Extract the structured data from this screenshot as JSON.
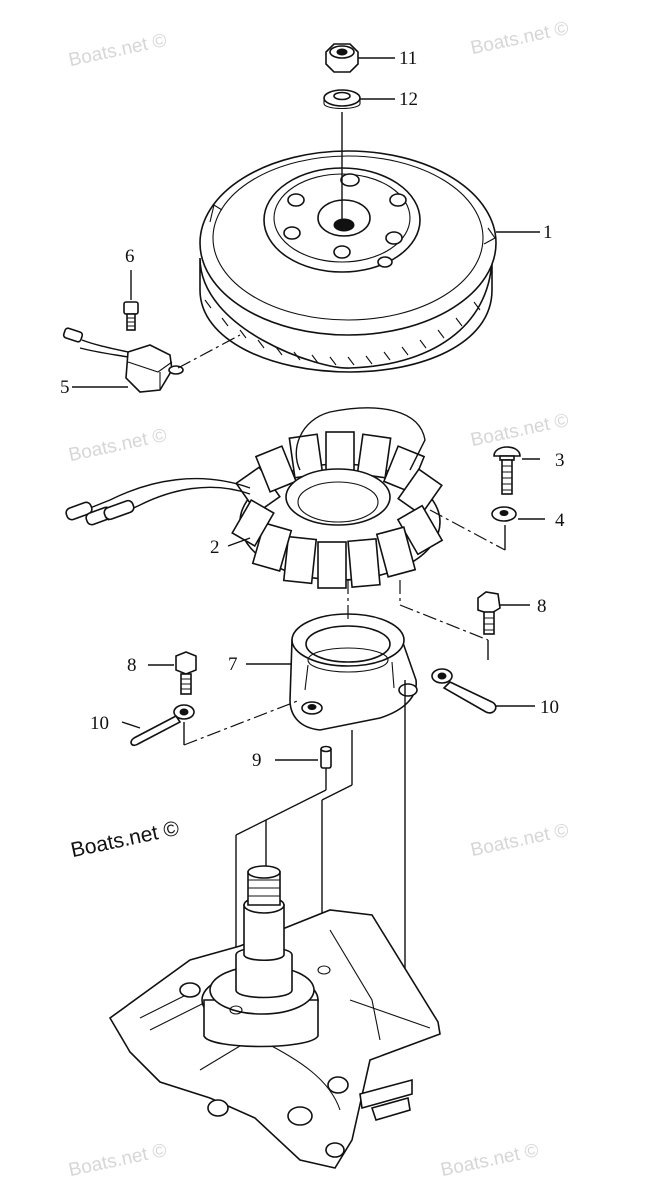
{
  "watermarks": [
    "Boats.net ©",
    "Boats.net ©",
    "Boats.net ©",
    "Boats.net ©",
    "Boats.net ©",
    "Boats.net ©",
    "Boats.net ©"
  ],
  "main_watermark": "Boats.net ©",
  "callouts": {
    "c1": "1",
    "c2": "2",
    "c3": "3",
    "c4": "4",
    "c5": "5",
    "c6": "6",
    "c7": "7",
    "c8a": "8",
    "c8b": "8",
    "c9": "9",
    "c10a": "10",
    "c10b": "10",
    "c11": "11",
    "c12": "12"
  }
}
